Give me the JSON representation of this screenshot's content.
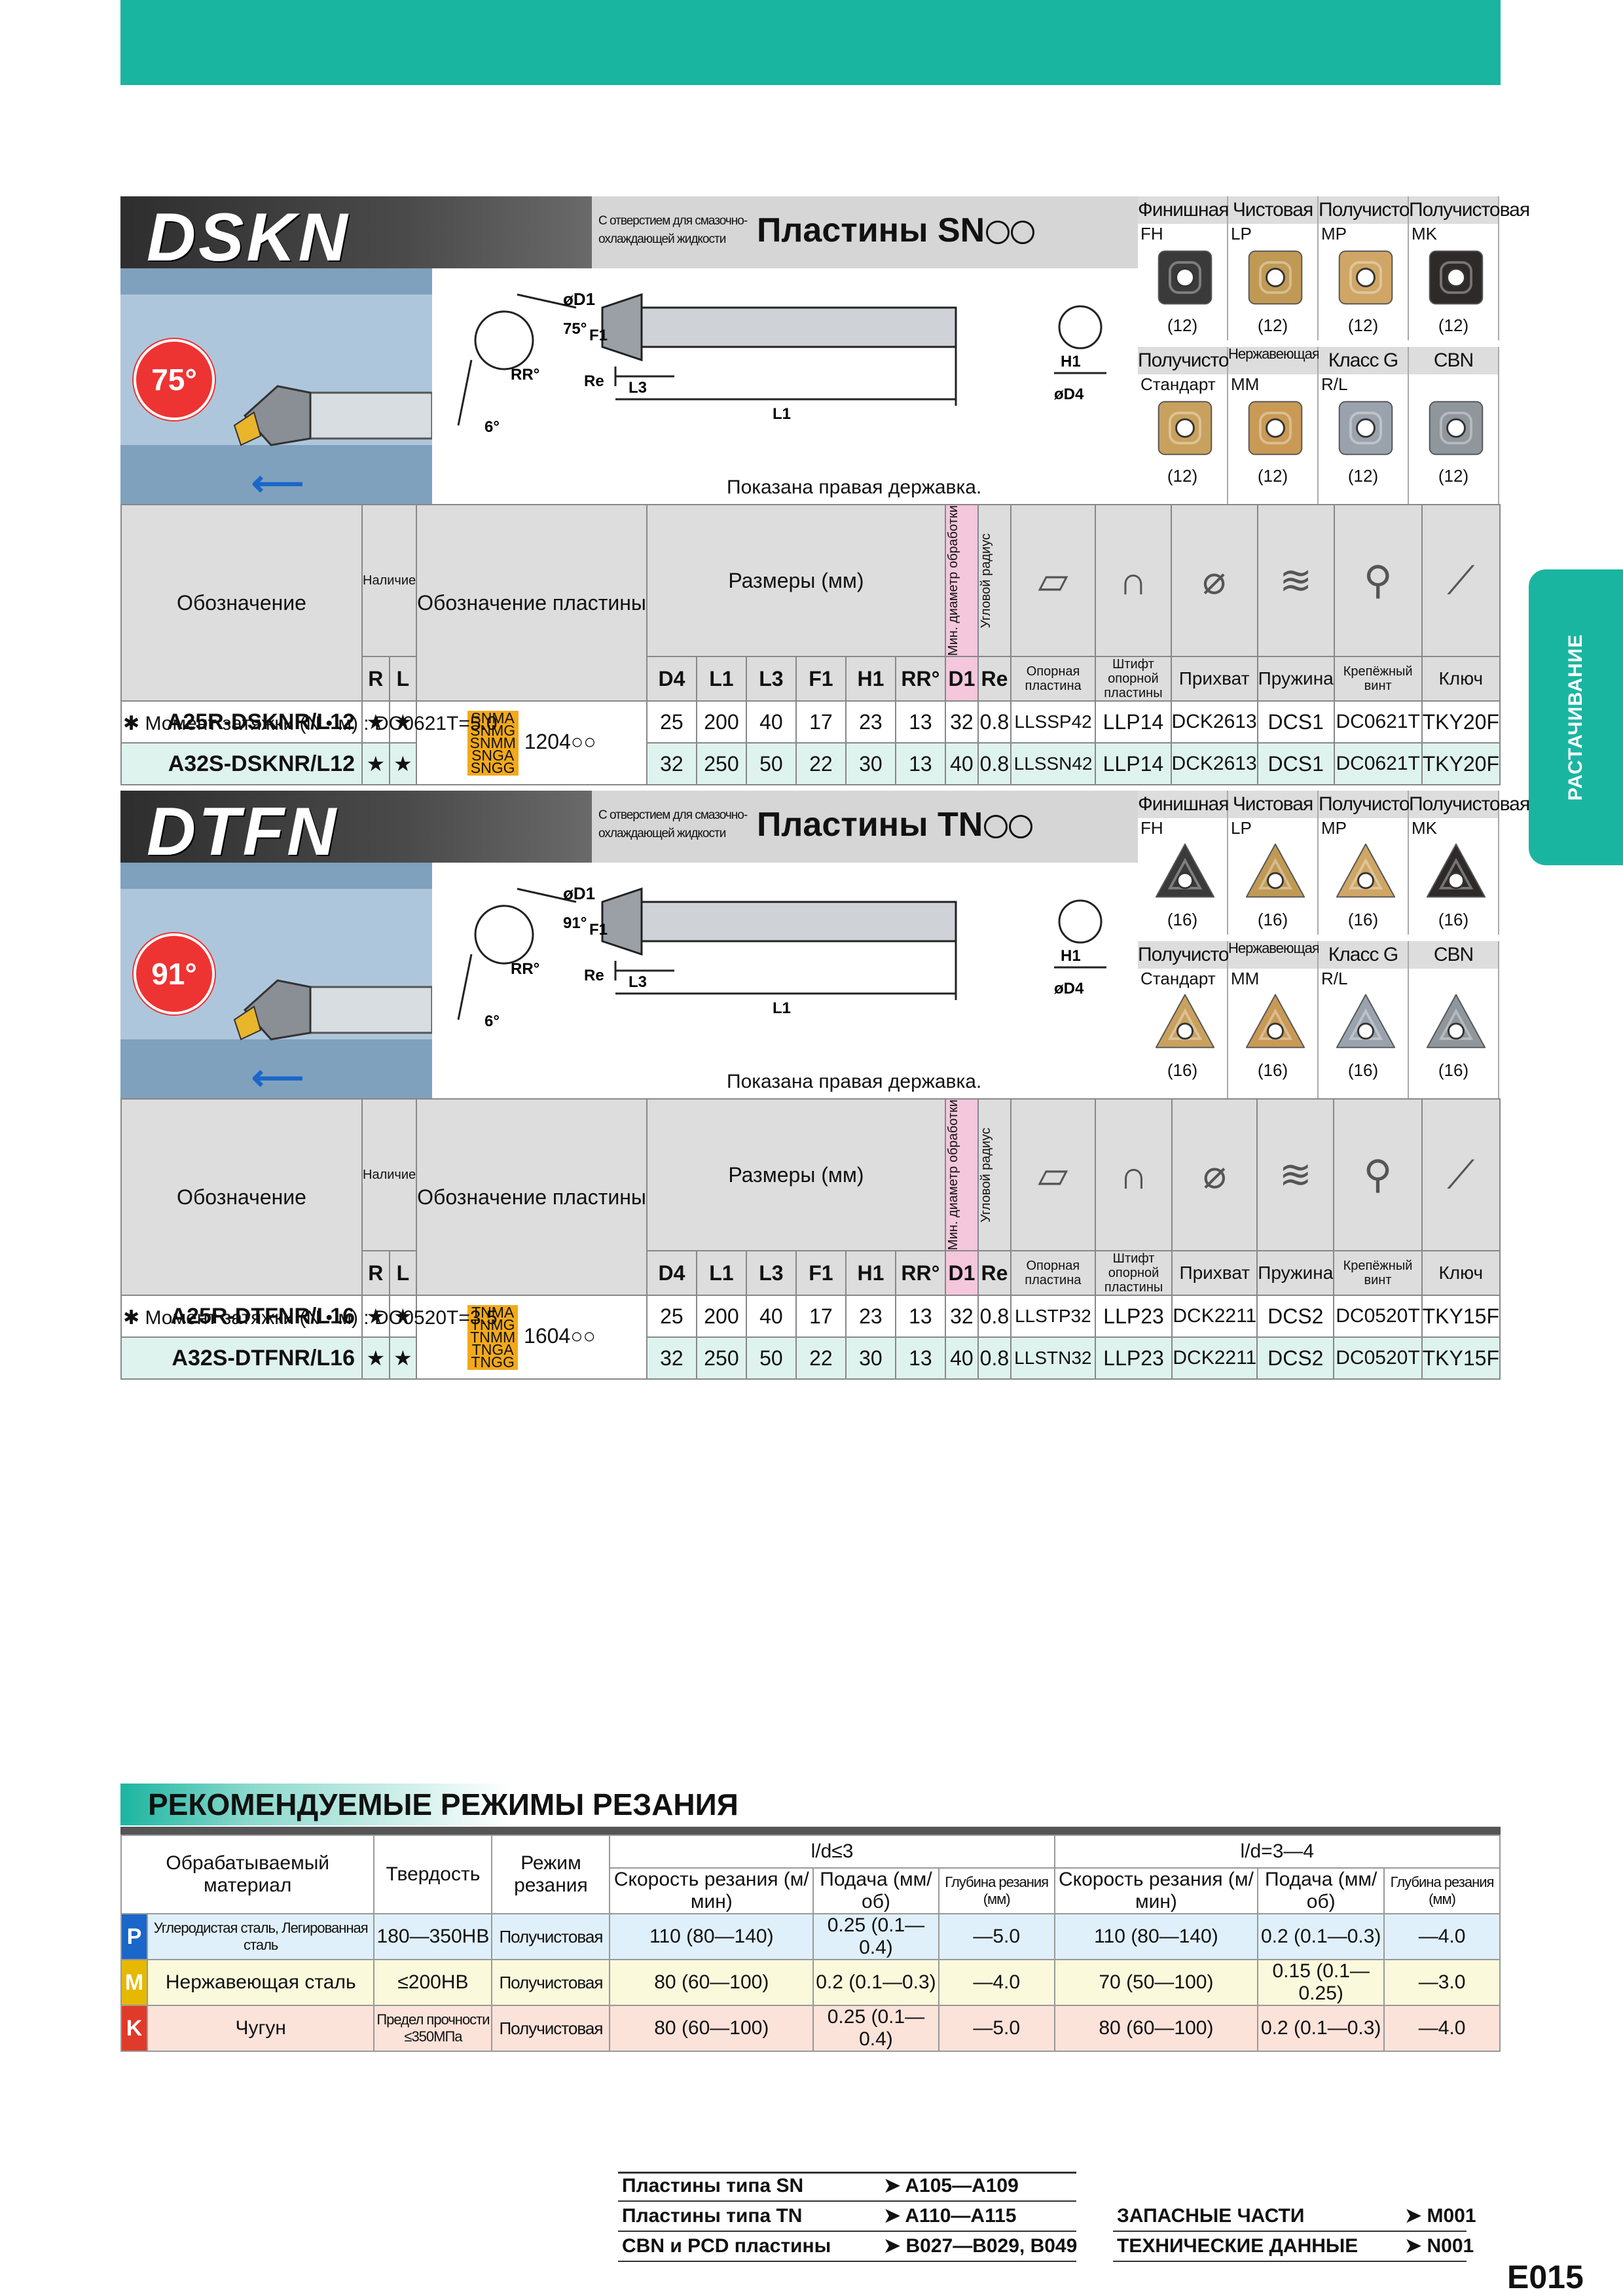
{
  "side_tab": "РАСТАЧИВАНИЕ",
  "sections": [
    {
      "code": "DSKN",
      "coolant": "С отверстием для смазочно-охлаждающей жидкости",
      "inserts_title": "Пластины SN",
      "angle": "75°",
      "shown": "Показана правая державка.",
      "dims_labels": {
        "d1": "øD1",
        "a": "75°",
        "rr": "RR°",
        "f1": "F1",
        "re": "Re",
        "l3": "L3",
        "l1": "L1",
        "h1": "H1",
        "d4": "øD4",
        "six": "6°"
      },
      "grid_top": [
        {
          "head": "Финишная",
          "code": "FH",
          "qty": "(12)",
          "color": "#3a3a3a"
        },
        {
          "head": "Чистовая",
          "code": "LP",
          "qty": "(12)",
          "color": "#c09a55"
        },
        {
          "head": "Получистовая",
          "code": "MP",
          "qty": "(12)",
          "color": "#cfa665"
        },
        {
          "head": "Получистовая",
          "code": "MK",
          "qty": "(12)",
          "color": "#2f2a2a"
        }
      ],
      "grid_bottom": [
        {
          "head": "Получистовая",
          "code": "Стандарт",
          "qty": "(12)",
          "color": "#c9a15e"
        },
        {
          "head": "Нержавеющая сталь",
          "code": "MM",
          "qty": "(12)",
          "color": "#c99a55"
        },
        {
          "head": "Класс G",
          "code": "R/L",
          "qty": "(12)",
          "color": "#9aa3ad"
        },
        {
          "head": "CBN",
          "code": "",
          "qty": "(12)",
          "color": "#8f969c"
        }
      ],
      "table": {
        "designation": "Обозначение",
        "availability": "Наличие",
        "insert_desig": "Обозначение пластины",
        "dims": "Размеры (мм)",
        "min_diam": "Мин. диаметр обработки",
        "corner": "Угловой радиус",
        "cols": [
          "R",
          "L",
          "D4",
          "L1",
          "L3",
          "F1",
          "H1",
          "RR°",
          "D1",
          "Re"
        ],
        "parts": [
          "Опорная пластина",
          "Штифт опорной пластины",
          "Прихват",
          "Пружина",
          "Крепёжный винт",
          "Ключ"
        ],
        "ins_codes": [
          "SNMA",
          "SNMG",
          "SNMM",
          "SNGA",
          "SNGG"
        ],
        "ins_size": "1204",
        "rows": [
          {
            "name": "A25R-DSKNR/L12",
            "r": "★",
            "l": "★",
            "d4": "25",
            "l1": "200",
            "l3": "40",
            "f1": "17",
            "h1": "23",
            "rr": "13",
            "d1": "32",
            "re": "0.8",
            "p1": "LLSSP42",
            "p2": "LLP14",
            "p3": "DCK2613",
            "p4": "DCS1",
            "p5": "DC0621T",
            "p6": "TKY20F"
          },
          {
            "name": "A32S-DSKNR/L12",
            "r": "★",
            "l": "★",
            "d4": "32",
            "l1": "250",
            "l3": "50",
            "f1": "22",
            "h1": "30",
            "rr": "13",
            "d1": "40",
            "re": "0.8",
            "p1": "LLSSN42",
            "p2": "LLP14",
            "p3": "DCK2613",
            "p4": "DCS1",
            "p5": "DC0621T",
            "p6": "TKY20F"
          }
        ]
      },
      "torque": "Момент затяжки (N • м) : DC0621T=5.0"
    },
    {
      "code": "DTFN",
      "coolant": "С отверстием для смазочно-охлаждающей жидкости",
      "inserts_title": "Пластины TN",
      "angle": "91°",
      "shown": "Показана правая державка.",
      "dims_labels": {
        "d1": "øD1",
        "a": "91°",
        "rr": "RR°",
        "f1": "F1",
        "re": "Re",
        "l3": "L3",
        "l1": "L1",
        "h1": "H1",
        "d4": "øD4",
        "six": "6°"
      },
      "grid_top": [
        {
          "head": "Финишная",
          "code": "FH",
          "qty": "(16)",
          "color": "#3a3a3a"
        },
        {
          "head": "Чистовая",
          "code": "LP",
          "qty": "(16)",
          "color": "#c09a55"
        },
        {
          "head": "Получистовая",
          "code": "MP",
          "qty": "(16)",
          "color": "#cfa665"
        },
        {
          "head": "Получистовая",
          "code": "MK",
          "qty": "(16)",
          "color": "#2f2a2a"
        }
      ],
      "grid_bottom": [
        {
          "head": "Получистовая",
          "code": "Стандарт",
          "qty": "(16)",
          "color": "#c9a15e"
        },
        {
          "head": "Нержавеющая сталь",
          "code": "MM",
          "qty": "(16)",
          "color": "#c99a55"
        },
        {
          "head": "Класс G",
          "code": "R/L",
          "qty": "(16)",
          "color": "#9aa3ad"
        },
        {
          "head": "CBN",
          "code": "",
          "qty": "(16)",
          "color": "#8f969c"
        }
      ],
      "table": {
        "designation": "Обозначение",
        "availability": "Наличие",
        "insert_desig": "Обозначение пластины",
        "dims": "Размеры (мм)",
        "min_diam": "Мин. диаметр обработки",
        "corner": "Угловой радиус",
        "cols": [
          "R",
          "L",
          "D4",
          "L1",
          "L3",
          "F1",
          "H1",
          "RR°",
          "D1",
          "Re"
        ],
        "parts": [
          "Опорная пластина",
          "Штифт опорной пластины",
          "Прихват",
          "Пружина",
          "Крепёжный винт",
          "Ключ"
        ],
        "ins_codes": [
          "TNMA",
          "TNMG",
          "TNMM",
          "TNGA",
          "TNGG"
        ],
        "ins_size": "1604",
        "rows": [
          {
            "name": "A25R-DTFNR/L16",
            "r": "★",
            "l": "★",
            "d4": "25",
            "l1": "200",
            "l3": "40",
            "f1": "17",
            "h1": "23",
            "rr": "13",
            "d1": "32",
            "re": "0.8",
            "p1": "LLSTP32",
            "p2": "LLP23",
            "p3": "DCK2211",
            "p4": "DCS2",
            "p5": "DC0520T",
            "p6": "TKY15F"
          },
          {
            "name": "A32S-DTFNR/L16",
            "r": "★",
            "l": "★",
            "d4": "32",
            "l1": "250",
            "l3": "50",
            "f1": "22",
            "h1": "30",
            "rr": "13",
            "d1": "40",
            "re": "0.8",
            "p1": "LLSTN32",
            "p2": "LLP23",
            "p3": "DCK2211",
            "p4": "DCS2",
            "p5": "DC0520T",
            "p6": "TKY15F"
          }
        ]
      },
      "torque": "Момент затяжки (N • м) : DC0520T=3.5"
    }
  ],
  "cutting": {
    "title": "РЕКОМЕНДУЕМЫЕ РЕЖИМЫ РЕЗАНИЯ",
    "material": "Обрабатываемый материал",
    "hardness": "Твердость",
    "mode": "Режим резания",
    "g1": "l/d≤3",
    "g2": "l/d=3—4",
    "speed": "Скорость резания (м/мин)",
    "feed": "Подача (мм/об)",
    "depth": "Глубина резания (мм)",
    "rows": [
      {
        "letter": "P",
        "color": "#1a66c9",
        "mat": "Углеродистая сталь, Легированная сталь",
        "hard": "180—350HB",
        "mode": "Получистовая",
        "s1": "110 (80—140)",
        "f1": "0.25 (0.1—0.4)",
        "d1": "—5.0",
        "s2": "110 (80—140)",
        "f2": "0.2 (0.1—0.3)",
        "d2": "—4.0"
      },
      {
        "letter": "M",
        "color": "#e7b800",
        "mat": "Нержавеющая сталь",
        "hard": "≤200HB",
        "mode": "Получистовая",
        "s1": "80 (60—100)",
        "f1": "0.2 (0.1—0.3)",
        "d1": "—4.0",
        "s2": "70 (50—100)",
        "f2": "0.15 (0.1—0.25)",
        "d2": "—3.0"
      },
      {
        "letter": "K",
        "color": "#e03a2a",
        "mat": "Чугун",
        "hard": "Предел прочности ≤350МПа",
        "mode": "Получистовая",
        "s1": "80 (60—100)",
        "f1": "0.25 (0.1—0.4)",
        "d1": "—5.0",
        "s2": "80 (60—100)",
        "f2": "0.2 (0.1—0.3)",
        "d2": "—4.0"
      }
    ]
  },
  "footer": {
    "links": [
      {
        "label": "Пластины типа SN",
        "ref": "➤ A105—A109"
      },
      {
        "label": "Пластины типа TN",
        "ref": "➤ A110—A115"
      },
      {
        "label": "CBN и PCD пластины",
        "ref": "➤ B027—B029, B049"
      }
    ],
    "links2": [
      {
        "label": "ЗАПАСНЫЕ ЧАСТИ",
        "ref": "➤ M001"
      },
      {
        "label": "ТЕХНИЧЕСКИЕ ДАННЫЕ",
        "ref": "➤ N001"
      }
    ],
    "page": "E015"
  }
}
